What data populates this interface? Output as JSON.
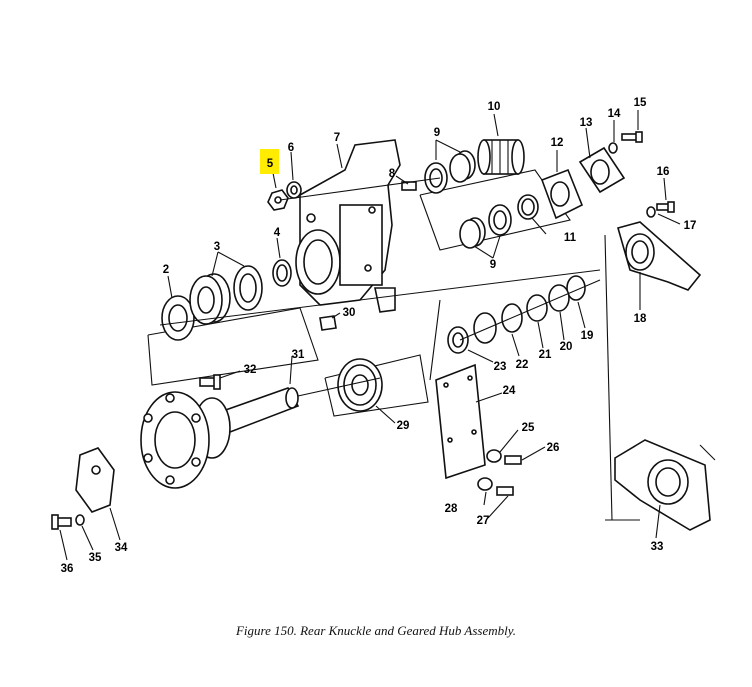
{
  "caption": "Figure 150.  Rear Knuckle and Geared Hub Assembly.",
  "highlight_color": "#ffec00",
  "callouts": [
    "2",
    "3",
    "4",
    "5",
    "6",
    "7",
    "8",
    "9",
    "9",
    "10",
    "11",
    "12",
    "13",
    "14",
    "15",
    "16",
    "17",
    "18",
    "19",
    "20",
    "21",
    "22",
    "23",
    "24",
    "25",
    "26",
    "27",
    "28",
    "29",
    "30",
    "31",
    "32",
    "33",
    "34",
    "35",
    "36"
  ],
  "highlighted_callout": "5"
}
